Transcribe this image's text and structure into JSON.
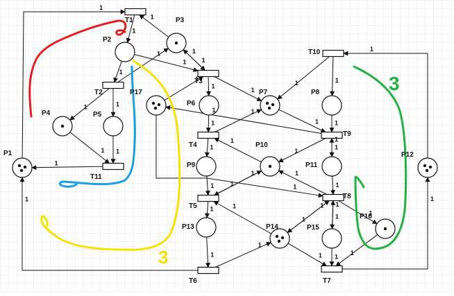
{
  "places": [
    {
      "id": "p1",
      "label": "P1",
      "tokens": 3
    },
    {
      "id": "p2",
      "label": "P2",
      "tokens": 0
    },
    {
      "id": "p3",
      "label": "P3",
      "tokens": 1
    },
    {
      "id": "p4",
      "label": "P4",
      "tokens": 1
    },
    {
      "id": "p5",
      "label": "P5",
      "tokens": 0
    },
    {
      "id": "p6",
      "label": "P6",
      "tokens": 0
    },
    {
      "id": "p7",
      "label": "P7",
      "tokens": 3
    },
    {
      "id": "p8",
      "label": "P8",
      "tokens": 0
    },
    {
      "id": "p9",
      "label": "P9",
      "tokens": 0
    },
    {
      "id": "p10",
      "label": "P10",
      "tokens": 1
    },
    {
      "id": "p11",
      "label": "P11",
      "tokens": 0
    },
    {
      "id": "p12",
      "label": "P12",
      "tokens": 3
    },
    {
      "id": "p13",
      "label": "P13",
      "tokens": 0
    },
    {
      "id": "p14",
      "label": "P14",
      "tokens": 3
    },
    {
      "id": "p15",
      "label": "P15",
      "tokens": 0
    },
    {
      "id": "p16",
      "label": "P16",
      "tokens": 1
    },
    {
      "id": "p17",
      "label": "P17",
      "tokens": 3
    }
  ],
  "transitions": [
    {
      "id": "t1",
      "label": "T1"
    },
    {
      "id": "t2",
      "label": "T2"
    },
    {
      "id": "t3",
      "label": "T3"
    },
    {
      "id": "t4",
      "label": "T4"
    },
    {
      "id": "t5",
      "label": "T5"
    },
    {
      "id": "t6",
      "label": "T6"
    },
    {
      "id": "t7",
      "label": "T7"
    },
    {
      "id": "t8",
      "label": "T8"
    },
    {
      "id": "t9",
      "label": "T9"
    },
    {
      "id": "t10",
      "label": "T10"
    },
    {
      "id": "t11",
      "label": "T11"
    }
  ],
  "arc_weight": "1",
  "annotations": [
    {
      "id": "red",
      "color": "#e02020"
    },
    {
      "id": "blue",
      "color": "#1aa0e0"
    },
    {
      "id": "yellow",
      "color": "#f5e000"
    },
    {
      "id": "green",
      "color": "#22b040"
    }
  ],
  "annotation_text": {
    "yellow": "3",
    "green": "3"
  }
}
